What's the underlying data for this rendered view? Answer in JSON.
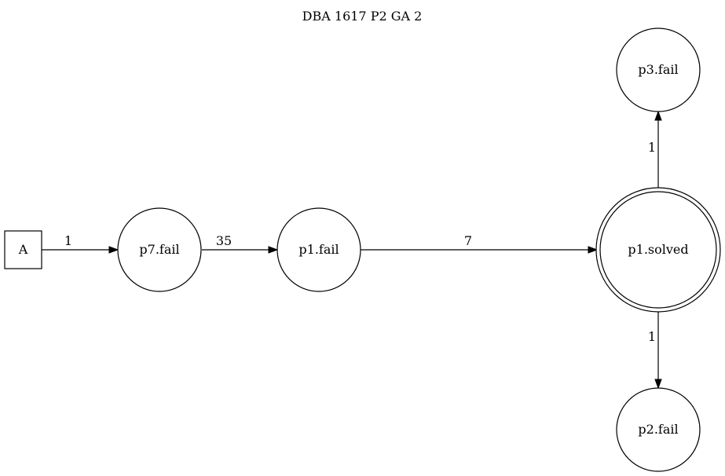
{
  "title": "DBA 1617 P2 GA 2",
  "nodes": {
    "A": "A",
    "p7_fail": "p7.fail",
    "p1_fail": "p1.fail",
    "p1_solved": "p1.solved",
    "p3_fail": "p3.fail",
    "p2_fail": "p2.fail"
  },
  "edges": {
    "a_to_p7": "1",
    "p7_to_p1": "35",
    "p1_to_solved": "7",
    "solved_to_p3": "1",
    "solved_to_p2": "1"
  }
}
